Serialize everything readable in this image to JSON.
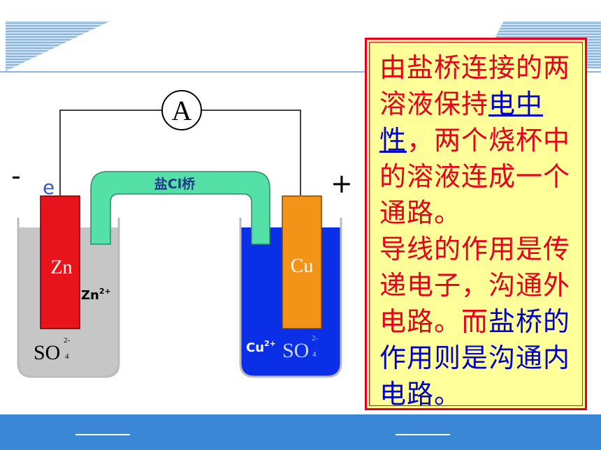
{
  "diagram": {
    "ammeter_label": "A",
    "negative_sign": "-",
    "positive_sign": "+",
    "electron_label": "e",
    "salt_bridge_label": "盐Cl桥",
    "left_electrode": "Zn",
    "left_ion": "Zn",
    "left_ion_charge": "2+",
    "left_anion": "SO",
    "left_anion_sub": "4",
    "left_anion_charge": "2-",
    "right_electrode": "Cu",
    "right_ion": "Cu",
    "right_ion_charge": "2+",
    "right_anion": "SO",
    "right_anion_sub": "4",
    "right_anion_charge": "2-",
    "colors": {
      "zn_electrode": "#e8141c",
      "cu_electrode": "#f39418",
      "left_solution": "#c6c6c6",
      "right_solution": "#0a2fe6",
      "salt_bridge": "#55e0a8"
    }
  },
  "textbox": {
    "part1": "由盐桥连接的两溶液保持",
    "highlight": "电中性",
    "part2": "，两个烧杯中的溶液连成一个通路。",
    "part3": "导线的作用是传递电子，沟通外电路。",
    "part4": "而",
    "part5": "盐桥的作用则是沟通内电路。"
  }
}
